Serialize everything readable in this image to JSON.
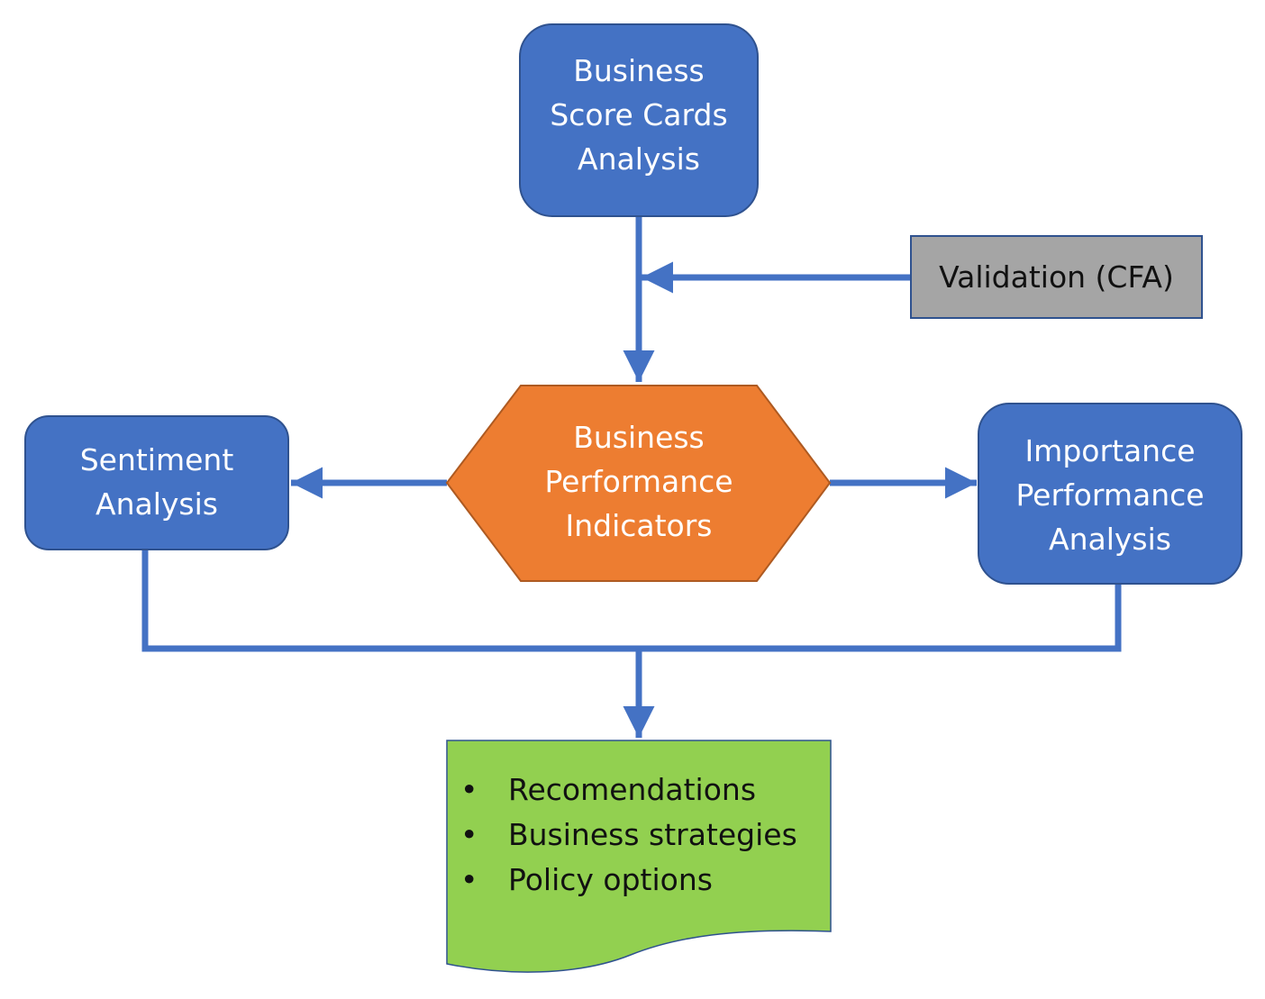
{
  "colors": {
    "blue_fill": "#4472C4",
    "blue_stroke": "#2F528F",
    "orange_fill": "#ED7D31",
    "orange_stroke": "#AE5A21",
    "gray_fill": "#A5A5A5",
    "gray_stroke": "#2F528F",
    "green_fill": "#92D050",
    "connector": "#4472C4"
  },
  "nodes": {
    "scorecards": {
      "lines": [
        "Business",
        "Score Cards",
        "Analysis"
      ]
    },
    "validation": {
      "label": "Validation (CFA)"
    },
    "indicators": {
      "lines": [
        "Business",
        "Performance",
        "Indicators"
      ]
    },
    "sentiment": {
      "lines": [
        "Sentiment",
        "Analysis"
      ]
    },
    "importance": {
      "lines": [
        "Importance",
        "Performance",
        "Analysis"
      ]
    },
    "outputs": {
      "bullet": "•",
      "items": [
        "Recomendations",
        "Business strategies",
        "Policy options"
      ]
    }
  }
}
